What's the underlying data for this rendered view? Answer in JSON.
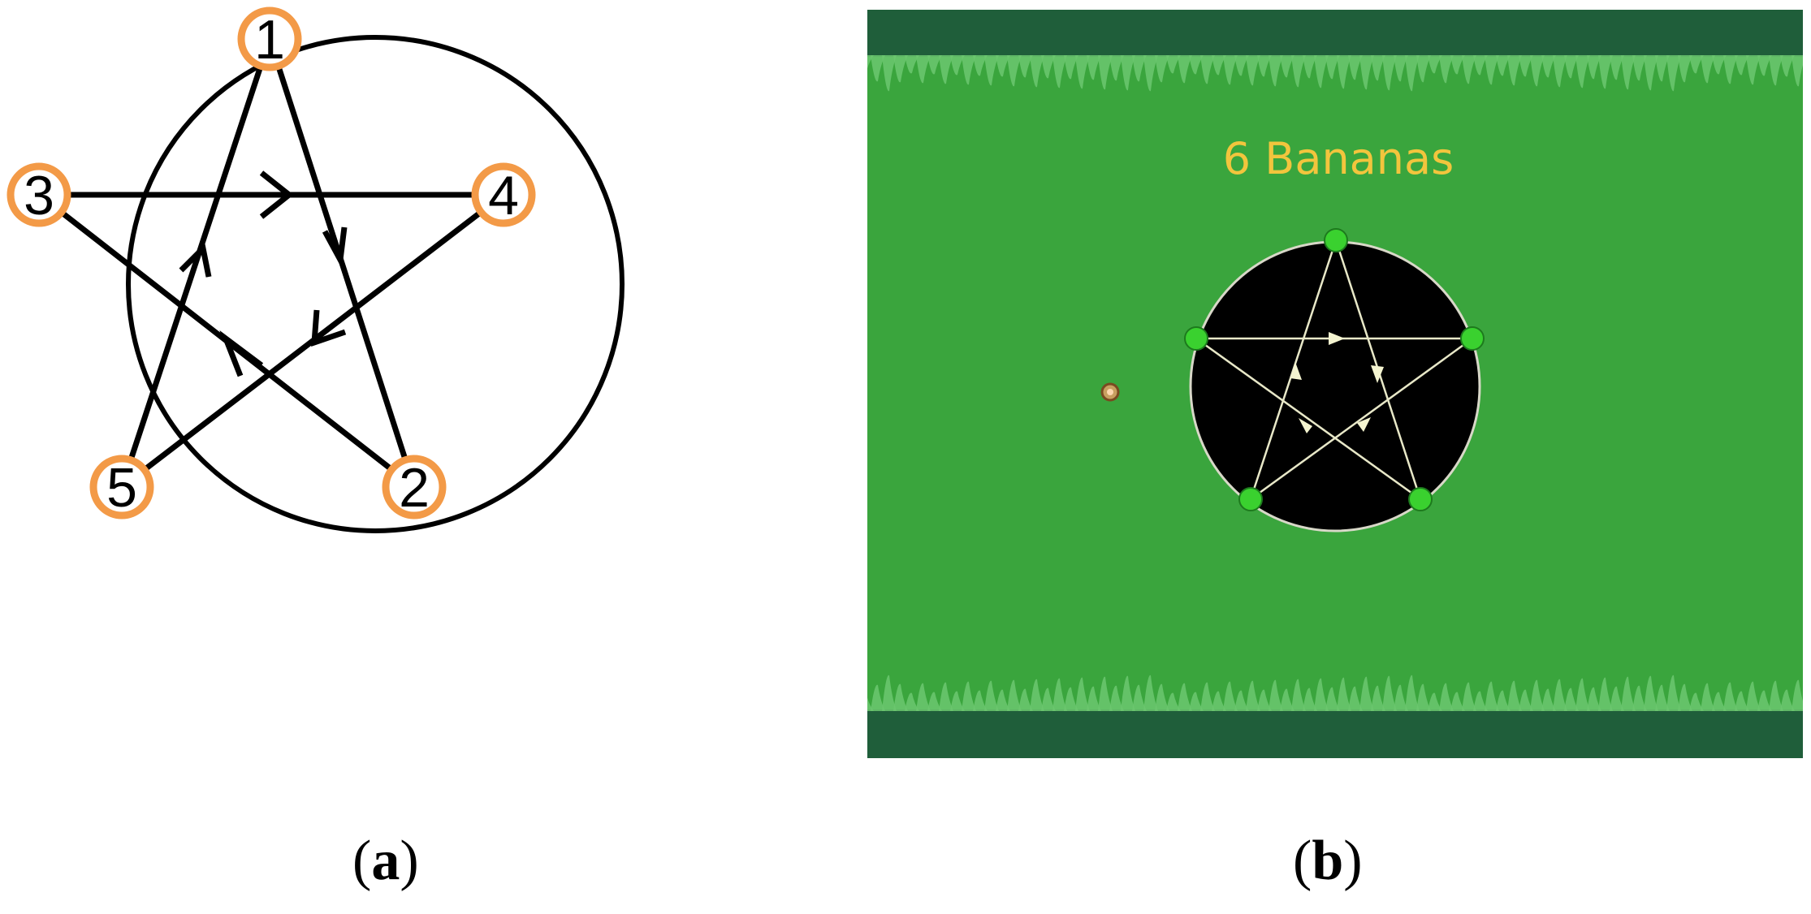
{
  "panel_a": {
    "nodes": [
      {
        "id": "node-1",
        "label": "1"
      },
      {
        "id": "node-2",
        "label": "2"
      },
      {
        "id": "node-3",
        "label": "3"
      },
      {
        "id": "node-4",
        "label": "4"
      },
      {
        "id": "node-5",
        "label": "5"
      }
    ],
    "colors": {
      "node_ring": "#f39a47",
      "edge": "#000000",
      "node_fill": "#ffffff"
    }
  },
  "panel_b": {
    "title": "6 Bananas",
    "colors": {
      "field": "#3aa53d",
      "field_dark_band": "#1f5e3a",
      "grass_light": "#6cc770",
      "hole": "#000000",
      "hole_rim": "#d8d8c8",
      "star_line": "#e8e8c8",
      "node": "#3ad12f",
      "title": "#f2c53d"
    }
  },
  "captions": {
    "a_open": "(",
    "a_letter": "a",
    "a_close": ")",
    "b_open": "(",
    "b_letter": "b",
    "b_close": ")"
  }
}
